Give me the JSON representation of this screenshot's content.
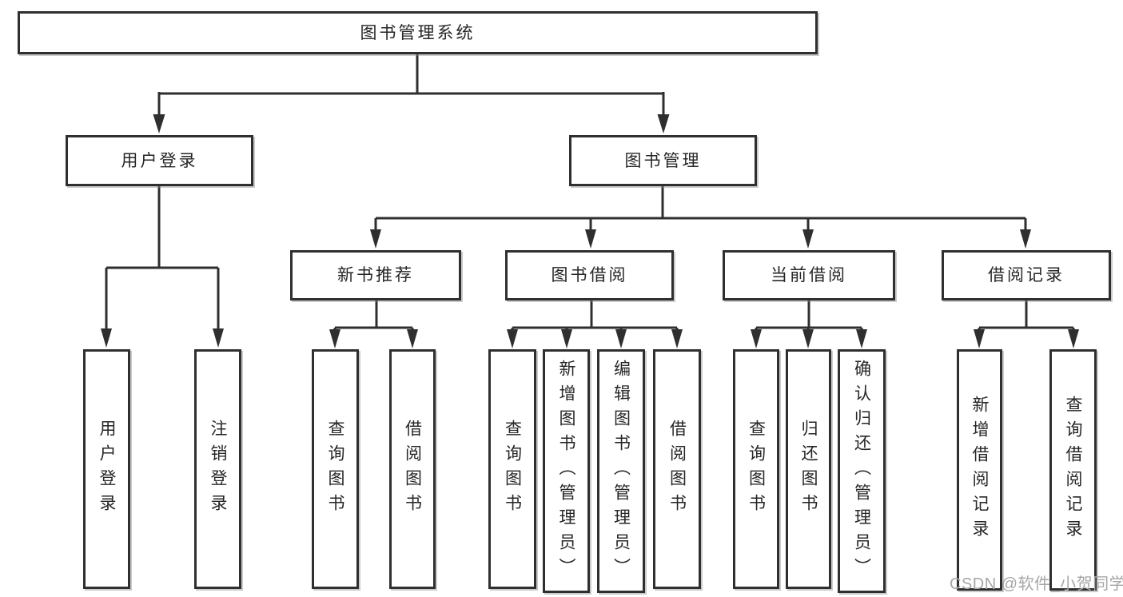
{
  "diagram": {
    "title": "图书管理系统",
    "level2": [
      {
        "label": "用户登录"
      },
      {
        "label": "图书管理"
      }
    ],
    "level3": [
      {
        "label": "新书推荐"
      },
      {
        "label": "图书借阅"
      },
      {
        "label": "当前借阅"
      },
      {
        "label": "借阅记录"
      }
    ],
    "leaves": [
      {
        "label": "用户登录"
      },
      {
        "label": "注销登录"
      },
      {
        "label": "查询图书"
      },
      {
        "label": "借阅图书"
      },
      {
        "label": "查询图书"
      },
      {
        "label": "新增图书（管理员）"
      },
      {
        "label": "编辑图书（管理员）"
      },
      {
        "label": "借阅图书"
      },
      {
        "label": "查询图书"
      },
      {
        "label": "归还图书"
      },
      {
        "label": "确认归还（管理员）"
      },
      {
        "label": "新增借阅记录"
      },
      {
        "label": "查询借阅记录"
      }
    ],
    "watermark": "CSDN @软件_小贺同学"
  },
  "colors": {
    "line": "#2f2f2f",
    "box_border": "#2f2f2f",
    "text": "#262626",
    "watermark": "#a6a6a6",
    "background": "#ffffff"
  }
}
